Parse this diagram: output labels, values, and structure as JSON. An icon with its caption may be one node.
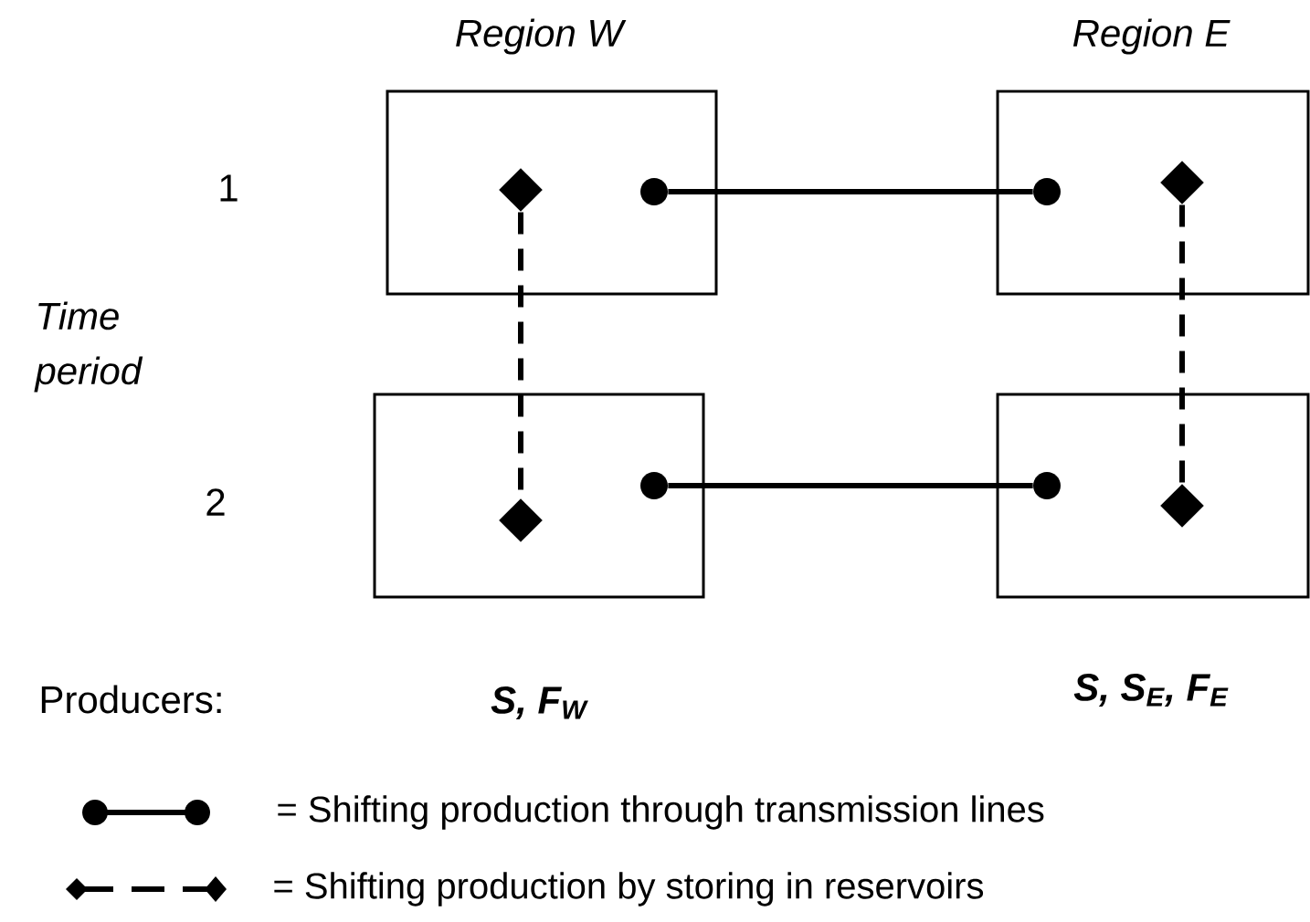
{
  "diagram": {
    "nodes": [
      {
        "text": [],
        "shape": "box"
      },
      {
        "text": [],
        "shape": "diamond",
        "in": 0
      },
      {
        "text": [],
        "shape": "circle",
        "in": 0
      },
      {
        "text": [],
        "shape": "box"
      },
      {
        "text": [],
        "shape": "circle",
        "in": 3
      },
      {
        "text": [],
        "shape": "diamond",
        "in": 3
      },
      {
        "text": [],
        "shape": "box"
      },
      {
        "text": [],
        "shape": "diamond",
        "in": 6
      },
      {
        "text": [],
        "shape": "circle",
        "in": 6
      },
      {
        "text": [],
        "shape": "box"
      },
      {
        "text": [],
        "shape": "circle",
        "in": 9
      },
      {
        "text": [],
        "shape": "diamond",
        "in": 9
      }
    ],
    "edges": [
      {
        "from": 2,
        "to": 4,
        "arrow": "none"
      },
      {
        "from": 8,
        "to": 10,
        "arrow": "none"
      },
      {
        "from": 1,
        "to": 7,
        "arrow": "none",
        "style": "dashed"
      },
      {
        "from": 5,
        "to": 11,
        "arrow": "none",
        "style": "dashed"
      }
    ],
    "labels": [
      "Region W",
      "Region E",
      "1",
      "Time period",
      "2",
      "Producers:",
      "S, F$_{W}$",
      "S, S$_{E}$,  F$_{E}$"
    ],
    "legend": [
      {
        "text": "= Shifting production through transmission lines"
      },
      {
        "text": "= Shifting production by storing in reservoirs"
      }
    ]
  }
}
